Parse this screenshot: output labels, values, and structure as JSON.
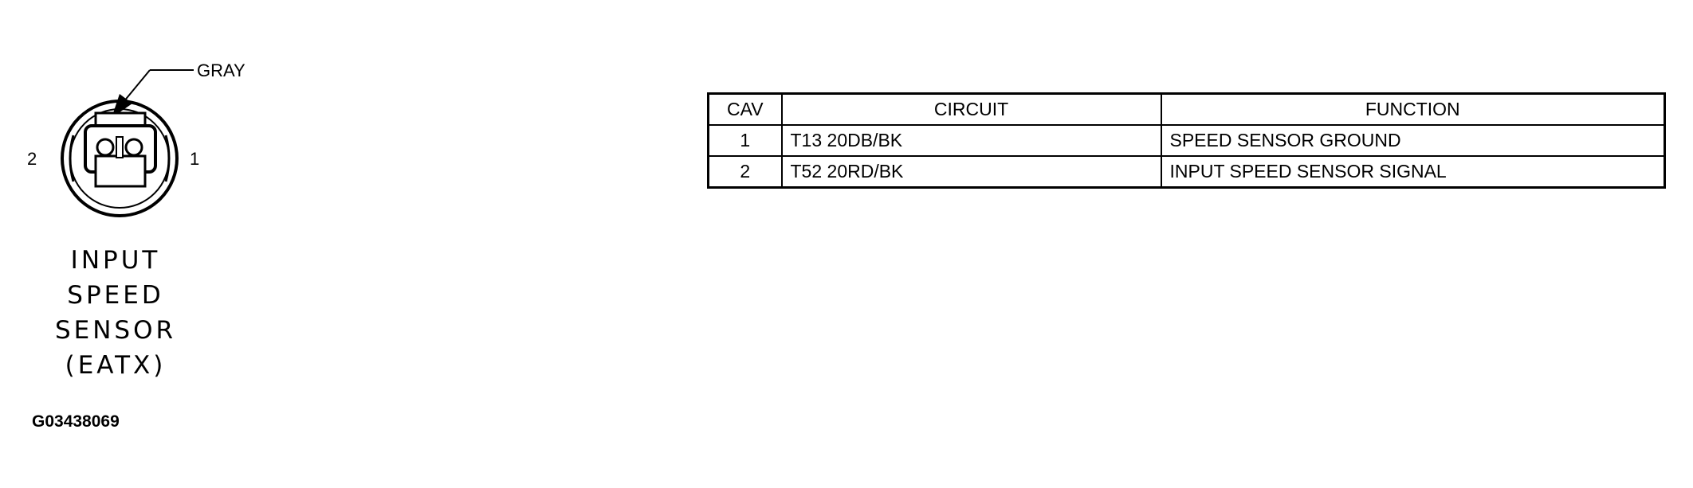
{
  "connector": {
    "color_label": "GRAY",
    "pin_left_label": "2",
    "pin_right_label": "1",
    "title_lines": [
      "INPUT",
      "SPEED",
      "SENSOR",
      "(EATX)"
    ],
    "figure_id": "G03438069"
  },
  "table": {
    "headers": {
      "cav": "CAV",
      "circuit": "CIRCUIT",
      "function": "FUNCTION"
    },
    "rows": [
      {
        "cav": "1",
        "circuit": "T13 20DB/BK",
        "function": "SPEED SENSOR GROUND"
      },
      {
        "cav": "2",
        "circuit": "T52 20RD/BK",
        "function": "INPUT SPEED SENSOR SIGNAL"
      }
    ]
  }
}
